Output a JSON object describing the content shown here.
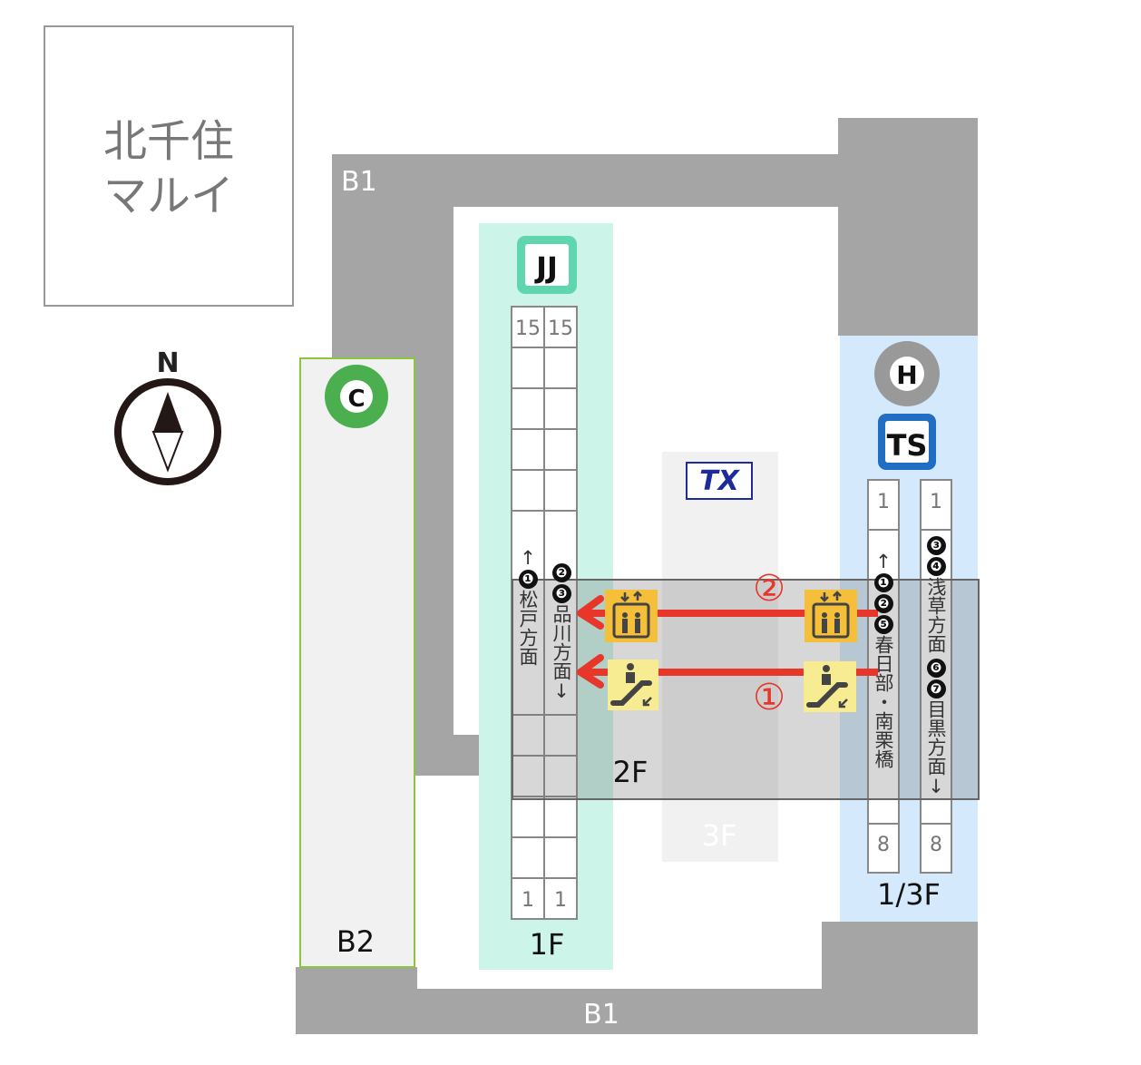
{
  "building": {
    "line1": "北千住",
    "line2": "マルイ"
  },
  "compass": {
    "label": "N"
  },
  "floors": {
    "b1_top": "B1",
    "b1_bottom": "B1",
    "b2": "B2",
    "f1": "1F",
    "f2": "2F",
    "f3": "3F",
    "f13": "1/3F"
  },
  "lines": {
    "c": "C",
    "jj": "JJ",
    "tx": "TX",
    "h": "H",
    "ts": "TS"
  },
  "colors": {
    "c": "#4bae4f",
    "jj": "#5fd6ad",
    "tx": "#1d2c9a",
    "h": "#999999",
    "ts": "#1f6ec4",
    "route": "#e8362a",
    "gray": "#a5a5a5"
  },
  "jj_platform": {
    "left_top": "15",
    "right_top": "15",
    "left_bottom": "1",
    "right_bottom": "1",
    "left_label": {
      "arrow": "↑",
      "nums": [
        "❶"
      ],
      "text": "松戸方面"
    },
    "right_label": {
      "nums": [
        "❷",
        "❸"
      ],
      "text": "品川方面",
      "arrow": "↓"
    }
  },
  "ts_platform": {
    "left_top": "1",
    "right_top": "1",
    "left_bottom": "8",
    "right_bottom": "8",
    "left_label": {
      "arrow": "↑",
      "nums": [
        "❶",
        "❷",
        "❺"
      ],
      "text": "春日部・南栗橋"
    },
    "right_label": {
      "nums": [
        "❸",
        "❹"
      ],
      "text1": "浅草方面",
      "nums2": [
        "❻",
        "❼"
      ],
      "text2": "目黒方面",
      "arrow": "↓"
    }
  },
  "routes": [
    {
      "label": "②",
      "via": "elevator"
    },
    {
      "label": "①",
      "via": "escalator"
    }
  ]
}
